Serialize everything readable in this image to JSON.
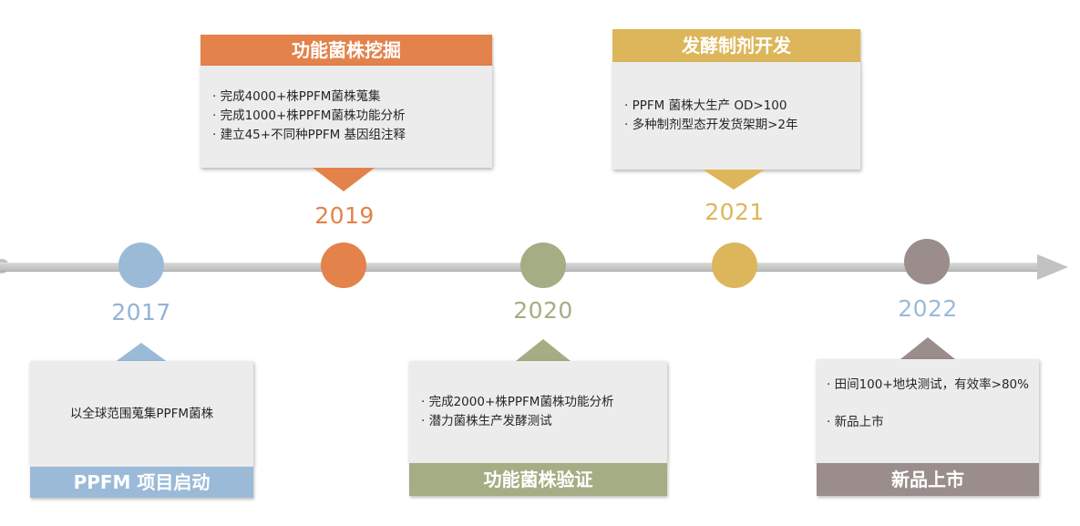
{
  "colors": {
    "blue": "#9bbad8",
    "orange": "#e3824a",
    "olive": "#a5ad84",
    "gold": "#ddb65b",
    "taupe": "#9a8d8b",
    "axis": "#c2c2c2"
  },
  "milestones": [
    {
      "year": "2017",
      "title": "PPFM 项目启动",
      "items": [
        "以全球范围蒐集PPFM菌株"
      ]
    },
    {
      "year": "2019",
      "title": "功能菌株挖掘",
      "items": [
        "· 完成4000+株PPFM菌株蒐集",
        "· 完成1000+株PPFM菌株功能分析",
        "· 建立45+不同种PPFM 基因组注释"
      ]
    },
    {
      "year": "2020",
      "title": "功能菌株验证",
      "items": [
        "· 完成2000+株PPFM菌株功能分析",
        "· 潜力菌株生产发酵测试"
      ]
    },
    {
      "year": "2021",
      "title": "发酵制剂开发",
      "items": [
        "· PPFM 菌株大生产 OD>100",
        "· 多种制剂型态开发货架期>2年"
      ]
    },
    {
      "year": "2022",
      "title": "新品上市",
      "items": [
        "· 田间100+地块测试，有效率>80%",
        "· 新品上市"
      ]
    }
  ]
}
